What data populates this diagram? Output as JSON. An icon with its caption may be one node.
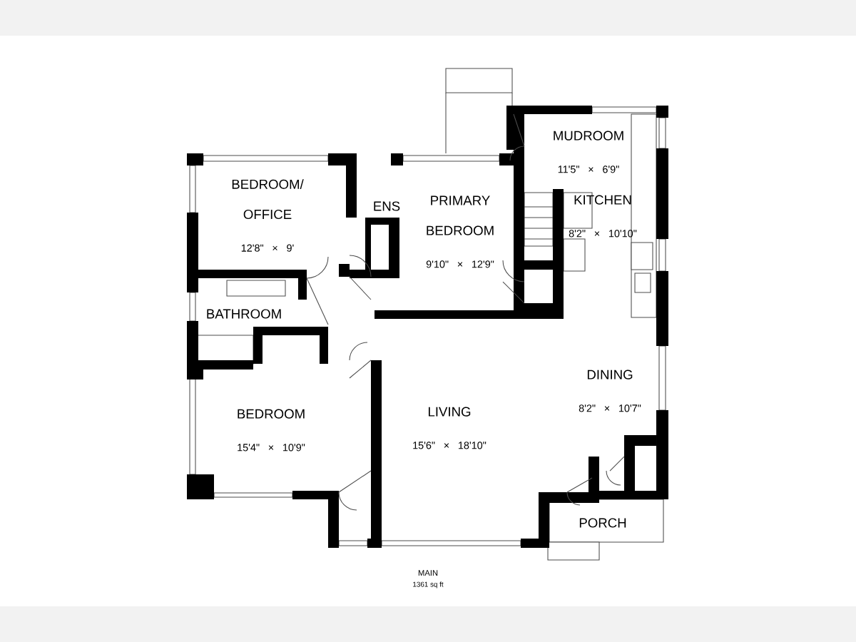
{
  "diagram": {
    "nodes": [
      {
        "text": [
          "BEDROOM/ OFFICE",
          "12'8\" × 9'"
        ]
      },
      {
        "text": [
          "ENS"
        ]
      },
      {
        "text": [
          "PRIMARY BEDROOM",
          "9'10\" × 12'9\""
        ]
      },
      {
        "text": [
          "MUDROOM",
          "11'5\" × 6'9\""
        ]
      },
      {
        "text": [
          "KITCHEN",
          "8'2\" × 10'10\""
        ]
      },
      {
        "text": [
          "BATHROOM"
        ]
      },
      {
        "text": [
          "DINING",
          "8'2\" × 10'7\""
        ]
      },
      {
        "text": [
          "BEDROOM",
          "15'4\" × 10'9\""
        ]
      },
      {
        "text": [
          "LIVING",
          "15'6\" × 18'10\""
        ]
      },
      {
        "text": [
          "PORCH"
        ]
      }
    ],
    "labels": [
      "MAIN",
      "1361 sq ft"
    ]
  }
}
